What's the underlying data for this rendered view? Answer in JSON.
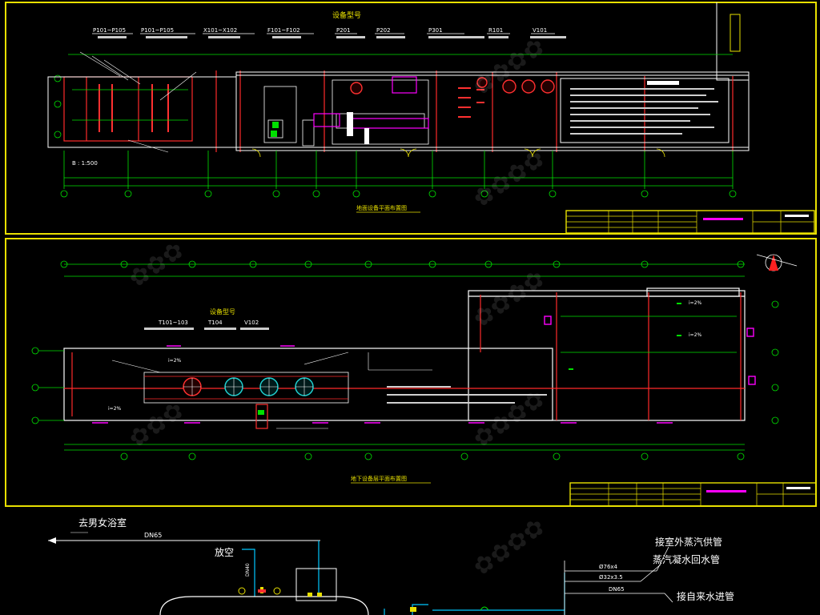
{
  "sheet1": {
    "equipment_heading": "设备型号",
    "equipment_codes": [
      "P101~P105",
      "P101~P105",
      "X101~X102",
      "F101~F102",
      "P201",
      "P202",
      "P301",
      "R101",
      "V101"
    ],
    "scale_note": "B : 1:500",
    "drawing_title": "地面设备平面布置图"
  },
  "sheet2": {
    "equipment_heading": "设备型号",
    "equipment_codes": [
      "T101~103",
      "T104",
      "V102"
    ],
    "level_marks": [
      "i=2%",
      "i=2%",
      "i=2%",
      "i=2%"
    ],
    "drawing_title": "地下设备层平面布置图"
  },
  "sheet3": {
    "labels": {
      "to_bathroom": "去男女浴室",
      "dn65_top": "DN65",
      "vent": "放空",
      "steam_supply": "接室外蒸汽供管",
      "condensate_return": "蒸汽凝水回水管",
      "pipe_1": "Ø76x4",
      "pipe_2": "Ø32x3.5",
      "dn65_right": "DN65",
      "tap_water": "接自来水进管"
    }
  },
  "colors": {
    "background": "#000000",
    "frame": "#e8e000",
    "axis": "#00e000",
    "wall": "#ff2a2a",
    "equipment": "#ffffff",
    "accent": "#ff00ff",
    "pipe": "#00c8ff"
  }
}
